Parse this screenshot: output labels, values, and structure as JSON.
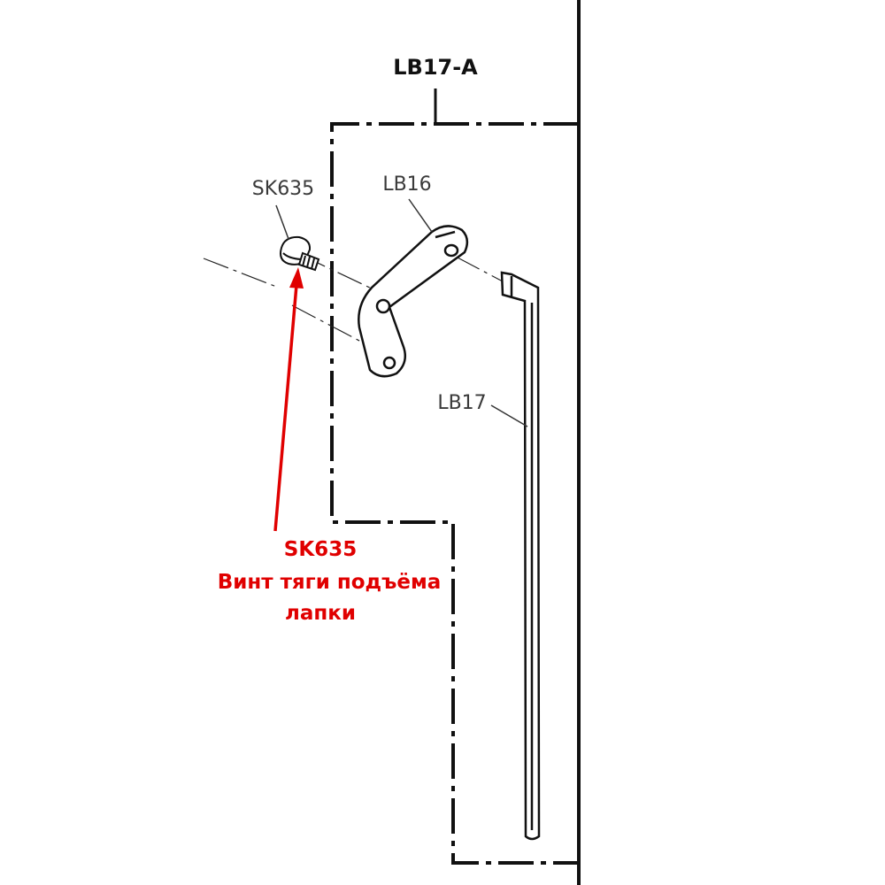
{
  "assembly_label": "LB17-A",
  "parts": [
    {
      "id": "SK635",
      "label": "SK635"
    },
    {
      "id": "LB16",
      "label": "LB16"
    },
    {
      "id": "LB17",
      "label": "LB17"
    }
  ],
  "callout": {
    "code": "SK635",
    "line1": "Винт тяги подъёма",
    "line2": "лапки",
    "color": "#e00000"
  }
}
